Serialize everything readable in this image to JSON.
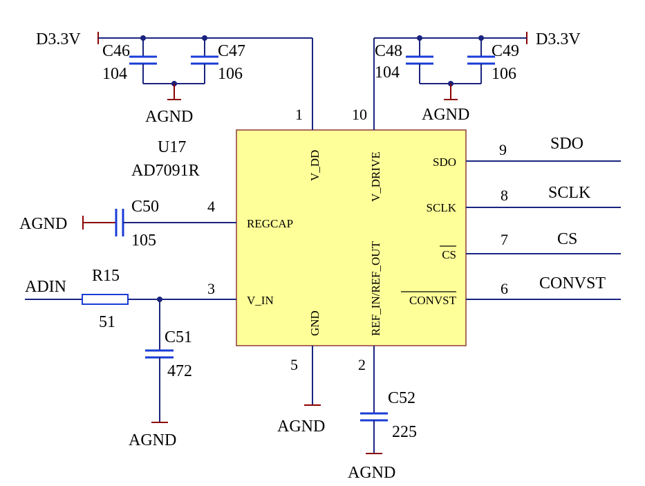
{
  "ic": {
    "ref": "U17",
    "part": "AD7091R",
    "pins": {
      "vdd": {
        "num": "1",
        "label": "V_DD"
      },
      "vdrive": {
        "num": "10",
        "label": "V_DRIVE"
      },
      "regcap": {
        "num": "4",
        "label": "REGCAP"
      },
      "vin": {
        "num": "3",
        "label": "V_IN"
      },
      "gnd": {
        "num": "5",
        "label": "GND"
      },
      "refio": {
        "num": "2",
        "label": "REF_IN/REF_OUT"
      },
      "sdo": {
        "num": "9",
        "label": "SDO"
      },
      "sclk": {
        "num": "8",
        "label": "SCLK"
      },
      "cs": {
        "num": "7",
        "label": "CS"
      },
      "convst": {
        "num": "6",
        "label": "CONVST"
      }
    }
  },
  "power": {
    "left": "D3.3V",
    "right": "D3.3V"
  },
  "ground": "AGND",
  "nets": {
    "sdo": "SDO",
    "sclk": "SCLK",
    "cs": "CS",
    "convst": "CONVST",
    "adin": "ADIN"
  },
  "components": {
    "c46": {
      "ref": "C46",
      "value": "104"
    },
    "c47": {
      "ref": "C47",
      "value": "106"
    },
    "c48": {
      "ref": "C48",
      "value": "104"
    },
    "c49": {
      "ref": "C49",
      "value": "106"
    },
    "c50": {
      "ref": "C50",
      "value": "105"
    },
    "c51": {
      "ref": "C51",
      "value": "472"
    },
    "c52": {
      "ref": "C52",
      "value": "225"
    },
    "r15": {
      "ref": "R15",
      "value": "51"
    }
  },
  "colors": {
    "wire": "#1a237e",
    "capacitor": "#1a3cd6",
    "ground": "#8b0000",
    "chip_fill": "#ffff99"
  }
}
